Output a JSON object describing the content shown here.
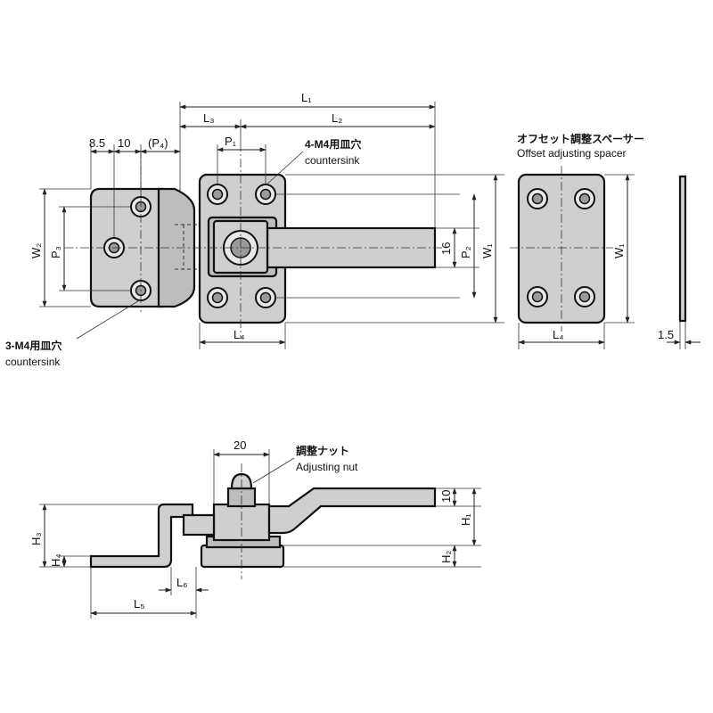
{
  "dimensions": {
    "L1": "L₁",
    "L2": "L₂",
    "L3": "L₃",
    "L4": "L₄",
    "L4_spacer": "L₄",
    "L5": "L₅",
    "L6": "L₆",
    "P1": "P₁",
    "P2": "P₂",
    "P3": "P₃",
    "P4": "(P₄)",
    "W1": "W₁",
    "W1_spacer": "W₁",
    "W2": "W₂",
    "H1": "H₁",
    "H2": "H₂",
    "H3": "H₃",
    "H4": "H₄",
    "d_8_5": "8.5",
    "d_10_top": "10",
    "d_16": "16",
    "d_1_5": "1.5",
    "d_20": "20",
    "d_10_side": "10"
  },
  "notes": {
    "top_countersink_jp": "4-M4用皿穴",
    "top_countersink_en": "countersink",
    "left_countersink_jp": "3-M4用皿穴",
    "left_countersink_en": "countersink",
    "spacer_title_jp": "オフセット調整スペーサー",
    "spacer_title_en": "Offset adjusting spacer",
    "nut_jp": "調整ナット",
    "nut_en": "Adjusting nut"
  }
}
